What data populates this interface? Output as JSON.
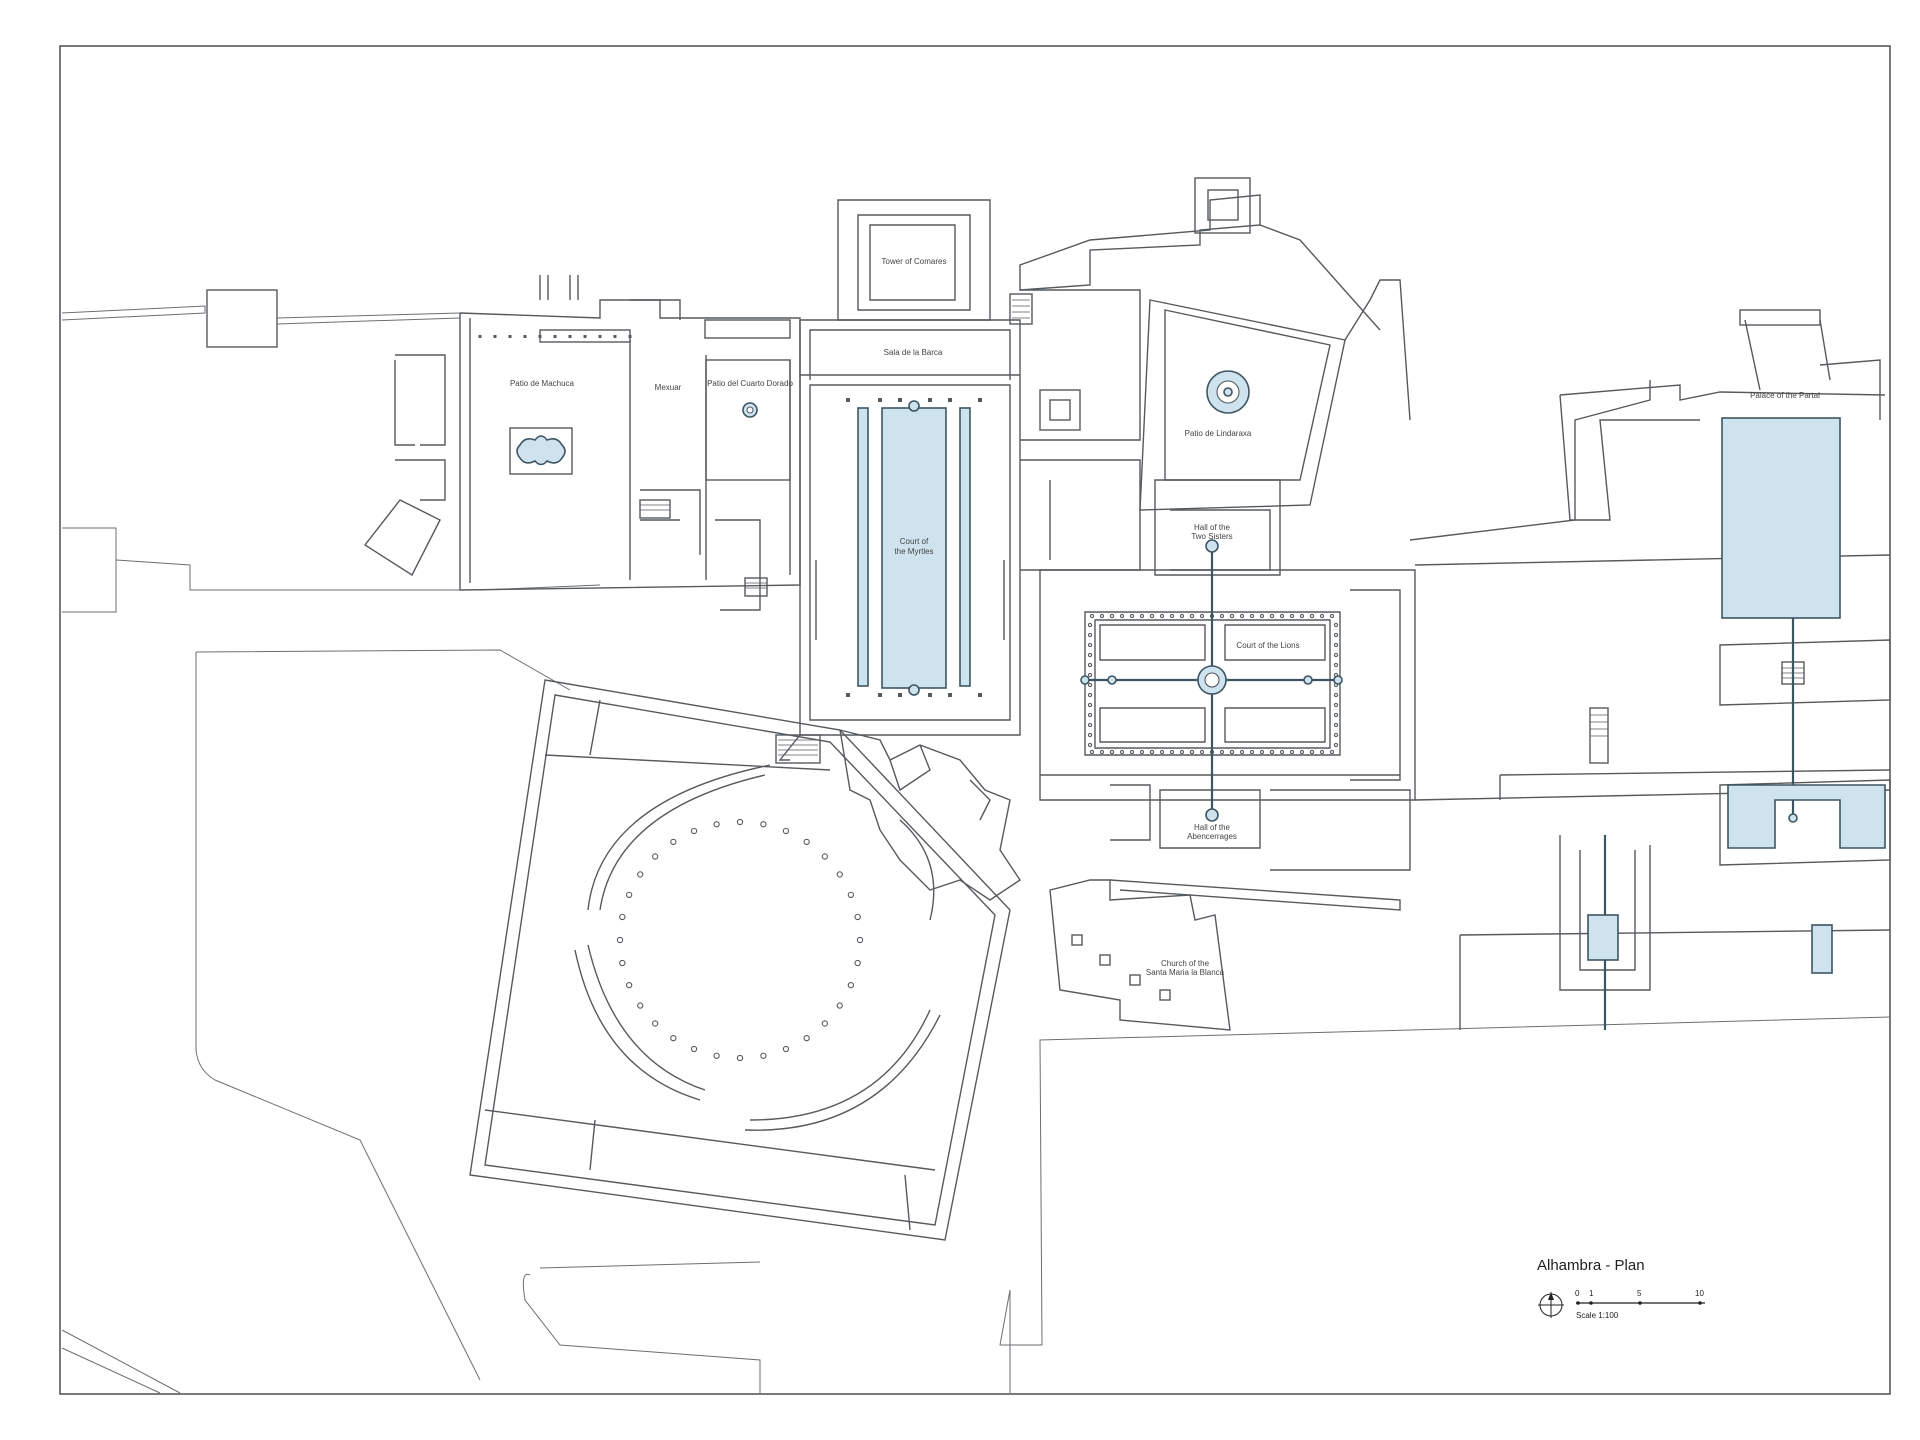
{
  "plan": {
    "title": "Alhambra - Plan",
    "scale_text": "Scale 1:100",
    "scale_ticks": [
      "0",
      "1",
      "5",
      "10"
    ],
    "labels": {
      "tower_comares": "Tower of Comares",
      "sala_barca": "Sala de la Barca",
      "patio_machuca": "Patio de Machuca",
      "mexuar": "Mexuar",
      "cuarto_dorado": "Patio del Cuarto Dorado",
      "myrtles_1": "Court of",
      "myrtles_2": "the Myrtles",
      "lindaraxa": "Patio de Lindaraxa",
      "two_sisters_1": "Hall of the",
      "two_sisters_2": "Two Sisters",
      "lions": "Court of the Lions",
      "abencerrages_1": "Hall of the",
      "abencerrages_2": "Abencerrages",
      "church_1": "Church of the",
      "church_2": "Santa Maria la Blanca",
      "partal": "Palace of the Partal"
    },
    "icons": {
      "north": "north-arrow-icon"
    },
    "colors": {
      "water": "#cfe3ee",
      "water_stroke": "#3d5563",
      "wall": "#555a5e"
    }
  }
}
